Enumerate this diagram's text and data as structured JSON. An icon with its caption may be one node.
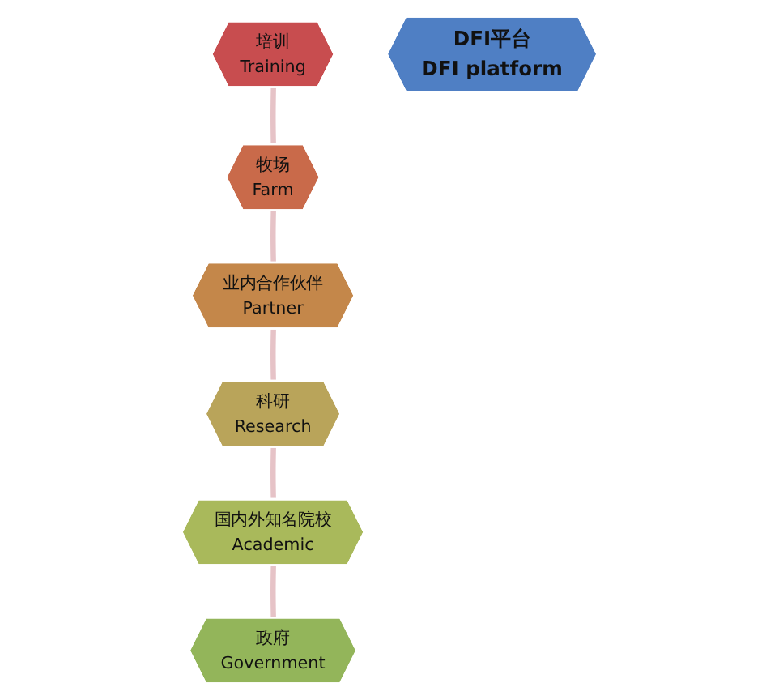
{
  "diagram": {
    "nodes": [
      {
        "text": [
          "培训",
          "Training"
        ]
      },
      {
        "text": [
          "政府",
          "Government"
        ]
      },
      {
        "text": [
          "牧场",
          "Farm"
        ]
      },
      {
        "text": [
          "DFI平台",
          "DFI platform"
        ]
      },
      {
        "text": [
          "国内外知名院校",
          "Academic"
        ]
      },
      {
        "text": [
          "业内合作伙伴",
          "Partner"
        ]
      },
      {
        "text": [
          "科研",
          "Research"
        ]
      }
    ],
    "edges": [
      {
        "from": 0,
        "to": 2,
        "arrow": "none"
      },
      {
        "from": 2,
        "to": 5,
        "arrow": "none"
      },
      {
        "from": 5,
        "to": 6,
        "arrow": "none"
      },
      {
        "from": 6,
        "to": 4,
        "arrow": "none"
      },
      {
        "from": 4,
        "to": 1,
        "arrow": "none"
      }
    ]
  }
}
